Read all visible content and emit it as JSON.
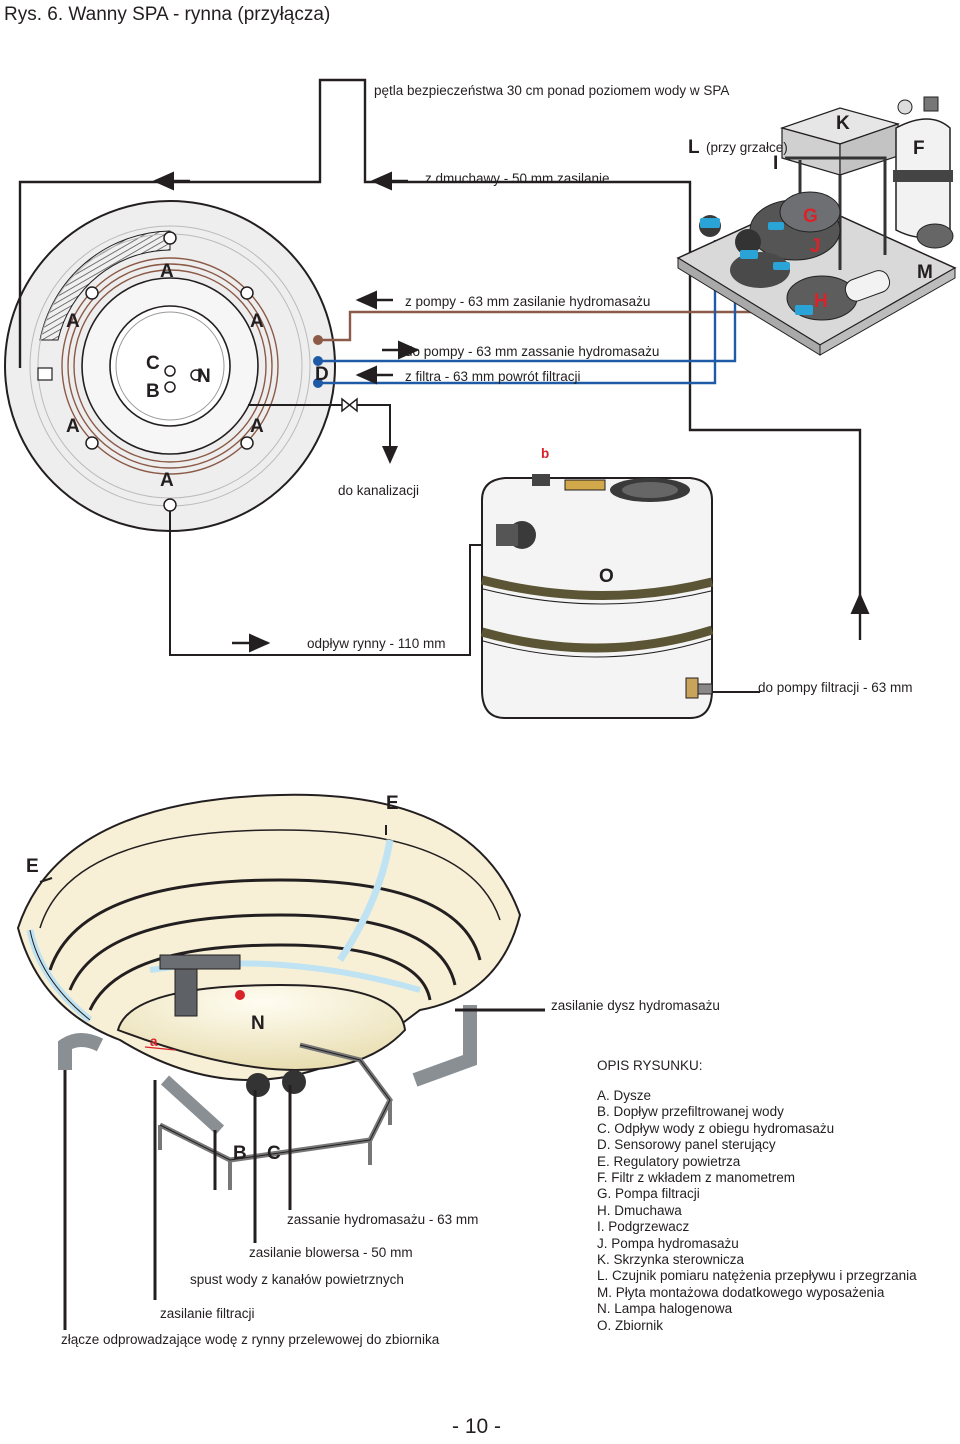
{
  "title": "Rys. 6. Wanny SPA - rynna (przyłącza)",
  "top": {
    "loop_label": "pętla bezpieczeństwa 30 cm ponad poziomem wody w SPA",
    "blower_label": "z dmuchawy - 50 mm zasilanie",
    "pump_supply_label": "z pompy - 63 mm zasilanie hydromasażu",
    "pump_suction_label": "do pompy - 63 mm zassanie hydromasażu",
    "filter_return_label": "z filtra - 63 mm powrót filtracji",
    "drain_label": "do kanalizacji",
    "gutter_outflow_label": "odpływ rynny - 110 mm",
    "filter_pump_label": "do pompy filtracji - 63 mm",
    "letters": {
      "A": "A",
      "B": "B",
      "C": "C",
      "N": "N",
      "D": "D",
      "O": "O",
      "b": "b"
    },
    "equipment": {
      "L": "L",
      "L_note": "(przy grzałce)",
      "I": "I",
      "K": "K",
      "F": "F",
      "G": "G",
      "J": "J",
      "M": "M",
      "H": "H"
    }
  },
  "bottom": {
    "E": "E",
    "N": "N",
    "a": "a",
    "B": "B",
    "C": "C",
    "nozzle_supply_label": "zasilanie dysz hydromasażu",
    "suction_label": "zassanie hydromasażu - 63 mm",
    "blower_supply_label": "zasilanie blowersa - 50 mm",
    "air_drain_label": "spust wody z kanałów powietrznych",
    "filter_supply_label": "zasilanie filtracji",
    "overflow_label": "złącze odprowadzające wodę z rynny przelewowej do zbiornika"
  },
  "legend": {
    "heading": "OPIS RYSUNKU:",
    "items": [
      "A. Dysze",
      "B. Dopływ przefiltrowanej wody",
      "C. Odpływ wody z obiegu hydromasażu",
      "D. Sensorowy panel sterujący",
      "E. Regulatory powietrza",
      "F. Filtr z wkładem z manometrem",
      "G. Pompa filtracji",
      "H. Dmuchawa",
      "I. Podgrzewacz",
      "J. Pompa hydromasażu",
      "K. Skrzynka sterownicza",
      "L. Czujnik pomiaru natężenia przepływu i przegrzania",
      "M. Płyta montażowa dodatkowego wyposażenia",
      "N. Lampa halogenowa",
      "O. Zbiornik"
    ]
  },
  "page_number": "- 10 -",
  "colors": {
    "brown": "#8c5a48",
    "blue": "#1f5aa6",
    "black": "#231f20",
    "red": "#d9232a",
    "cream": "#f7f0d6",
    "grey": "#8a8f94",
    "lightblue": "#bfe3f2",
    "tank": "#f4f4f4"
  }
}
